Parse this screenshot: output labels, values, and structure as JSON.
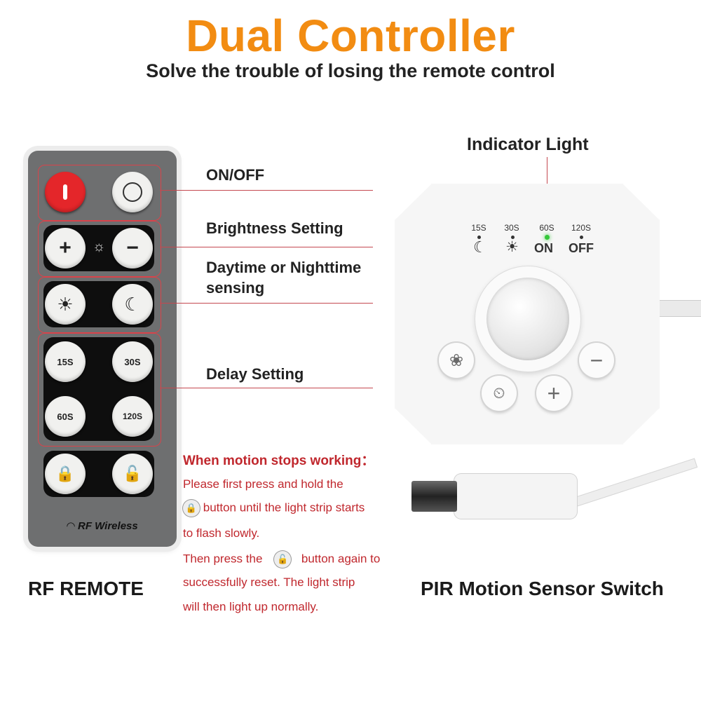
{
  "header": {
    "title": "Dual Controller",
    "subtitle": "Solve the trouble of losing the remote control"
  },
  "labels": {
    "on_off": "ON/OFF",
    "brightness": "Brightness Setting",
    "day_night_1": "Daytime or Nighttime",
    "day_night_2": "sensing",
    "delay": "Delay Setting",
    "indicator": "Indicator Light"
  },
  "remote": {
    "plus": "+",
    "minus": "−",
    "btn_15": "15S",
    "btn_30": "30S",
    "btn_60": "60S",
    "btn_120": "120S",
    "brand": "RF Wireless"
  },
  "sensor": {
    "ind_15": "15S",
    "ind_30": "30S",
    "ind_60": "60S",
    "ind_120": "120S",
    "on": "ON",
    "off": "OFF",
    "plus": "+",
    "minus": "−",
    "active_color": "#35c83a"
  },
  "instructions": {
    "title": "When motion stops working：",
    "line1": "Please first press and hold the",
    "line2": "button until the light strip starts",
    "line3": "to flash slowly.",
    "line4a": "Then press the",
    "line4b": "button again to",
    "line5": "successfully reset. The light strip",
    "line6": "will then light up normally."
  },
  "captions": {
    "remote": "RF REMOTE",
    "sensor": "PIR Motion Sensor Switch"
  }
}
